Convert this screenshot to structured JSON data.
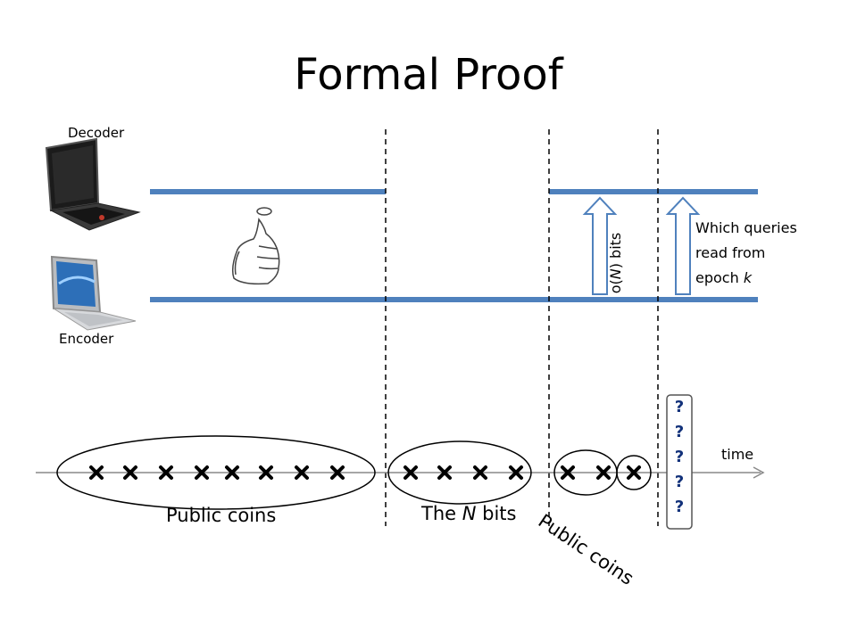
{
  "title": "Formal Proof",
  "labels": {
    "decoder": "Decoder",
    "encoder": "Encoder",
    "o_n_bits_prefix": "o(",
    "o_n_bits_var": "N",
    "o_n_bits_suffix": ") bits",
    "which_queries_line1": "Which queries",
    "which_queries_line2": "read from",
    "which_queries_line3_prefix": "epoch ",
    "which_queries_line3_var": "k",
    "time": "time",
    "public_coins_1": "Public coins",
    "the_n_bits_prefix": "The ",
    "the_n_bits_var": "N",
    "the_n_bits_suffix": " bits",
    "public_coins_2": "Public coins"
  },
  "question_marks": [
    "?",
    "?",
    "?",
    "?",
    "?"
  ],
  "icons": {
    "decoder": "laptop-icon",
    "encoder": "laptop-icon",
    "coin_flip": "coin-flip-hand-icon"
  },
  "colors": {
    "channel": "#4f81bd",
    "question": "#12317a"
  }
}
